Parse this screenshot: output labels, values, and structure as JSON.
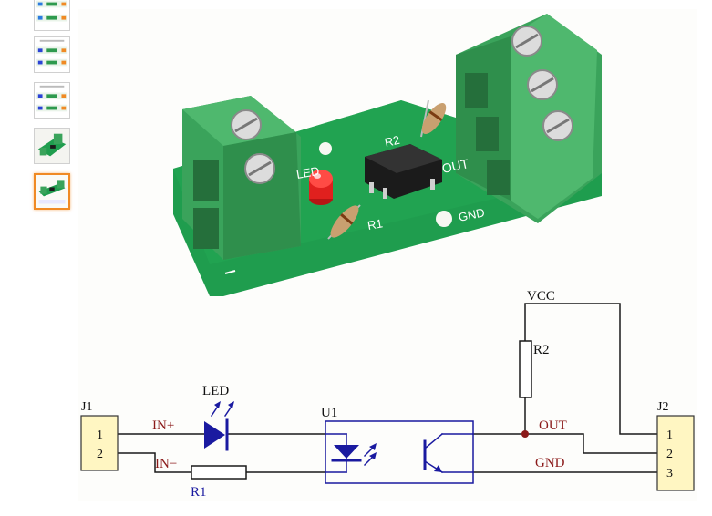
{
  "thumbnails": [
    {
      "icon": "board-photo-icon",
      "selected": false
    },
    {
      "icon": "board-photo-icon",
      "selected": false
    },
    {
      "icon": "board-photo-icon",
      "selected": false
    },
    {
      "icon": "board-photo-icon",
      "selected": false
    },
    {
      "icon": "board-photo-icon",
      "selected": true
    }
  ],
  "board": {
    "silkscreen": {
      "led": "LED",
      "r2": "R2",
      "out": "OUT",
      "r1": "R1",
      "gnd": "GND"
    },
    "colors": {
      "terminal": "#3aa35b",
      "pcb": "#1f9d4e",
      "led": "#e0201e",
      "ic": "#1b1b1b"
    }
  },
  "schematic": {
    "j1": {
      "ref": "J1",
      "pins": [
        "1",
        "2"
      ]
    },
    "j2": {
      "ref": "J2",
      "pins": [
        "1",
        "2",
        "3"
      ]
    },
    "led": "LED",
    "u1": "U1",
    "r1": "R1",
    "r2": "R2",
    "vcc": "VCC",
    "out": "OUT",
    "gnd": "GND",
    "in_plus": "IN+",
    "in_minus": "IN−",
    "colors": {
      "wire": "#1a1a1a",
      "net_label": "#8b1a1a",
      "component": "#1a1aa0",
      "connector_fill": "#fff6c2"
    }
  }
}
